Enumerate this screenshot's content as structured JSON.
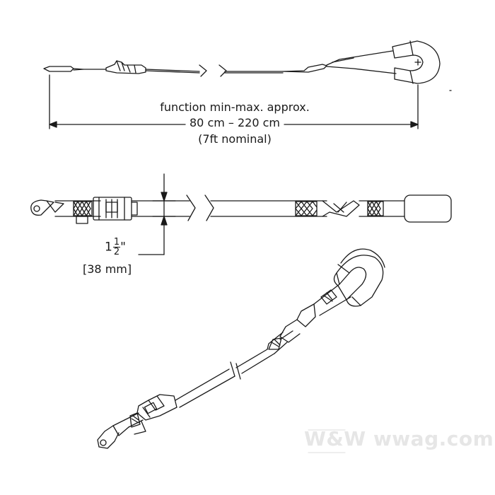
{
  "top_view": {
    "dimension_line1": "function min-max. approx.",
    "dimension_line2": "80 cm – 220 cm",
    "dimension_line3": "(7ft nominal)"
  },
  "side_view": {
    "width_whole": "1",
    "width_num": "1",
    "width_den": "2",
    "width_unit": "\"",
    "width_metric": "[38 mm]"
  },
  "watermark": {
    "logo_text": "W&W",
    "site_text": "wwag.com"
  },
  "colors": {
    "line": "#1a1a1a",
    "watermark": "#e6e6e6"
  }
}
